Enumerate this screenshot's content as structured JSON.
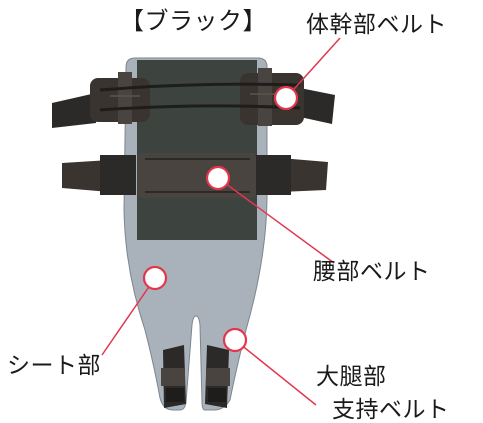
{
  "title": "【ブラック】",
  "labels": {
    "trunk_belt": "体幹部ベルト",
    "waist_belt": "腰部ベルト",
    "seat_part": "シート部",
    "thigh_line1": "大腿部",
    "thigh_line2": "支持ベルト"
  },
  "colors": {
    "body_gray": "#a9b1ba",
    "pad_dark": "#3d4440",
    "belt_dark": "#2c2a28",
    "belt_mid": "#4a4440",
    "callout_red": "#e2364d",
    "text": "#1a1a1a"
  }
}
